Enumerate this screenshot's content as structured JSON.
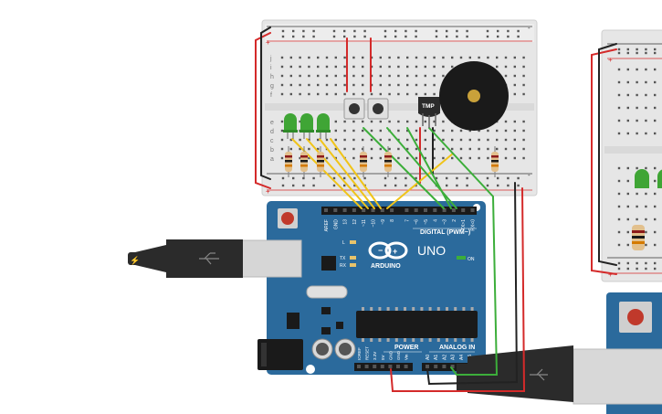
{
  "board": {
    "logo_text": "ARDUINO",
    "model": "UNO",
    "digital_header": "DIGITAL (PWM~)",
    "power_header": "POWER",
    "analog_header": "ANALOG IN",
    "on_led": "ON",
    "led_l": "L",
    "led_tx": "TX",
    "led_rx": "RX",
    "digital_pins": [
      "AREF",
      "GND",
      "13",
      "12",
      "~11",
      "~10",
      "~9",
      "8",
      "7",
      "~6",
      "~5",
      "4",
      "~3",
      "2",
      "TX>1",
      "RX<0"
    ],
    "power_pins": [
      "IOREF",
      "RESET",
      "3.3V",
      "5V",
      "GND",
      "GND",
      "Vin"
    ],
    "analog_pins": [
      "A0",
      "A1",
      "A2",
      "A3",
      "A4",
      "A5"
    ]
  },
  "breadboard": {
    "row_letters_top": [
      "j",
      "i",
      "h",
      "g",
      "f"
    ],
    "row_letters_bottom": [
      "e",
      "d",
      "c",
      "b",
      "a"
    ],
    "plus": "+",
    "minus": "-"
  },
  "sensor": {
    "label": "TMP"
  },
  "usb": {
    "bolt": "⚡"
  },
  "colors": {
    "board": "#2b6a9c",
    "board_dark": "#1d4f78",
    "breadboard": "#e9e9e9",
    "wire_red": "#d42a2a",
    "wire_black": "#222222",
    "wire_yellow": "#f0c419",
    "wire_green": "#3cae3a",
    "led_green": "#3fa535",
    "piezo": "#1a1a1a",
    "piezo_center": "#c9a13a"
  }
}
